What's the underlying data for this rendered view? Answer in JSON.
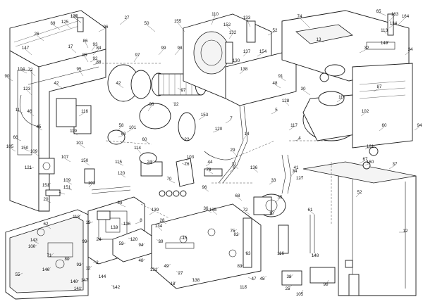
{
  "diagram": {
    "labels": [
      "126",
      "125",
      "27",
      "50",
      "155",
      "110",
      "152",
      "133",
      "74",
      "65",
      "163",
      "164",
      "134",
      "113",
      "149",
      "34",
      "26",
      "69",
      "96",
      "86",
      "93",
      "84",
      "92",
      "85",
      "88",
      "99",
      "132",
      "137",
      "130",
      "138",
      "154",
      "52",
      "32",
      "147",
      "123",
      "17",
      "95",
      "72",
      "46",
      "45",
      "90",
      "42",
      "30",
      "91",
      "48",
      "13",
      "101",
      "87",
      "66",
      "105",
      "42",
      "150",
      "116",
      "119",
      "101",
      "53",
      "58",
      "153",
      "151",
      "76",
      "24",
      "117",
      "7",
      "22",
      "102",
      "97",
      "5",
      "4",
      "98",
      "114",
      "98",
      "97",
      "22",
      "120",
      "115",
      "14",
      "117",
      "103",
      "11",
      "161",
      "160",
      "150",
      "109",
      "121",
      "103",
      "107",
      "29",
      "128",
      "67",
      "41",
      "37",
      "52",
      "94",
      "44",
      "6",
      "96",
      "60",
      "109",
      "151",
      "1",
      "20",
      "118",
      "120",
      "31",
      "36",
      "34",
      "61",
      "136",
      "33",
      "10",
      "70",
      "78",
      "72",
      "75",
      "12",
      "68",
      "35",
      "62",
      "19",
      "135",
      "136",
      "139",
      "120",
      "8",
      "39",
      "131",
      "27",
      "15",
      "63",
      "89",
      "83",
      "94",
      "59",
      "133",
      "82",
      "28",
      "134",
      "24",
      "40",
      "80",
      "99",
      "2",
      "45",
      "116",
      "55",
      "100",
      "146",
      "140",
      "141",
      "142",
      "144",
      "147",
      "143",
      "71",
      "12",
      "47",
      "93",
      "105",
      "49",
      "138",
      "38",
      "60",
      "104",
      "18",
      "25",
      "113",
      "90",
      "148",
      "127",
      "107"
    ]
  }
}
